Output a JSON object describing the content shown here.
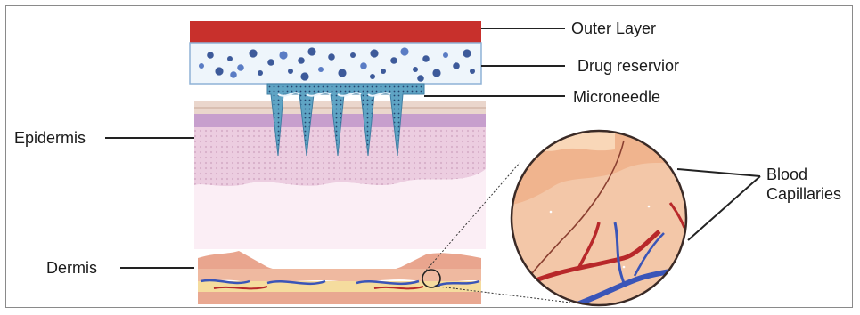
{
  "labels": {
    "outer_layer": "Outer Layer",
    "drug_reservoir": "Drug reservior",
    "microneedle": "Microneedle",
    "epidermis": "Epidermis",
    "dermis": "Dermis",
    "blood_capillaries_line1": "Blood",
    "blood_capillaries_line2": "Capillaries"
  },
  "colors": {
    "outer_layer": "#c8302c",
    "reservoir_fill": "#eef5fb",
    "reservoir_border": "#8fb2d6",
    "drug_particle": "#3d5a9a",
    "microneedle": "#5fa4c4",
    "stratum_corneum": "#e8d2c8",
    "epidermis_band": "#c9a2d0",
    "epidermis_body": "#eacbe0",
    "dermis_top": "#e8a891",
    "dermis_bottom": "#f3d89a",
    "vein": "#3a55b8",
    "artery": "#b8282a"
  }
}
